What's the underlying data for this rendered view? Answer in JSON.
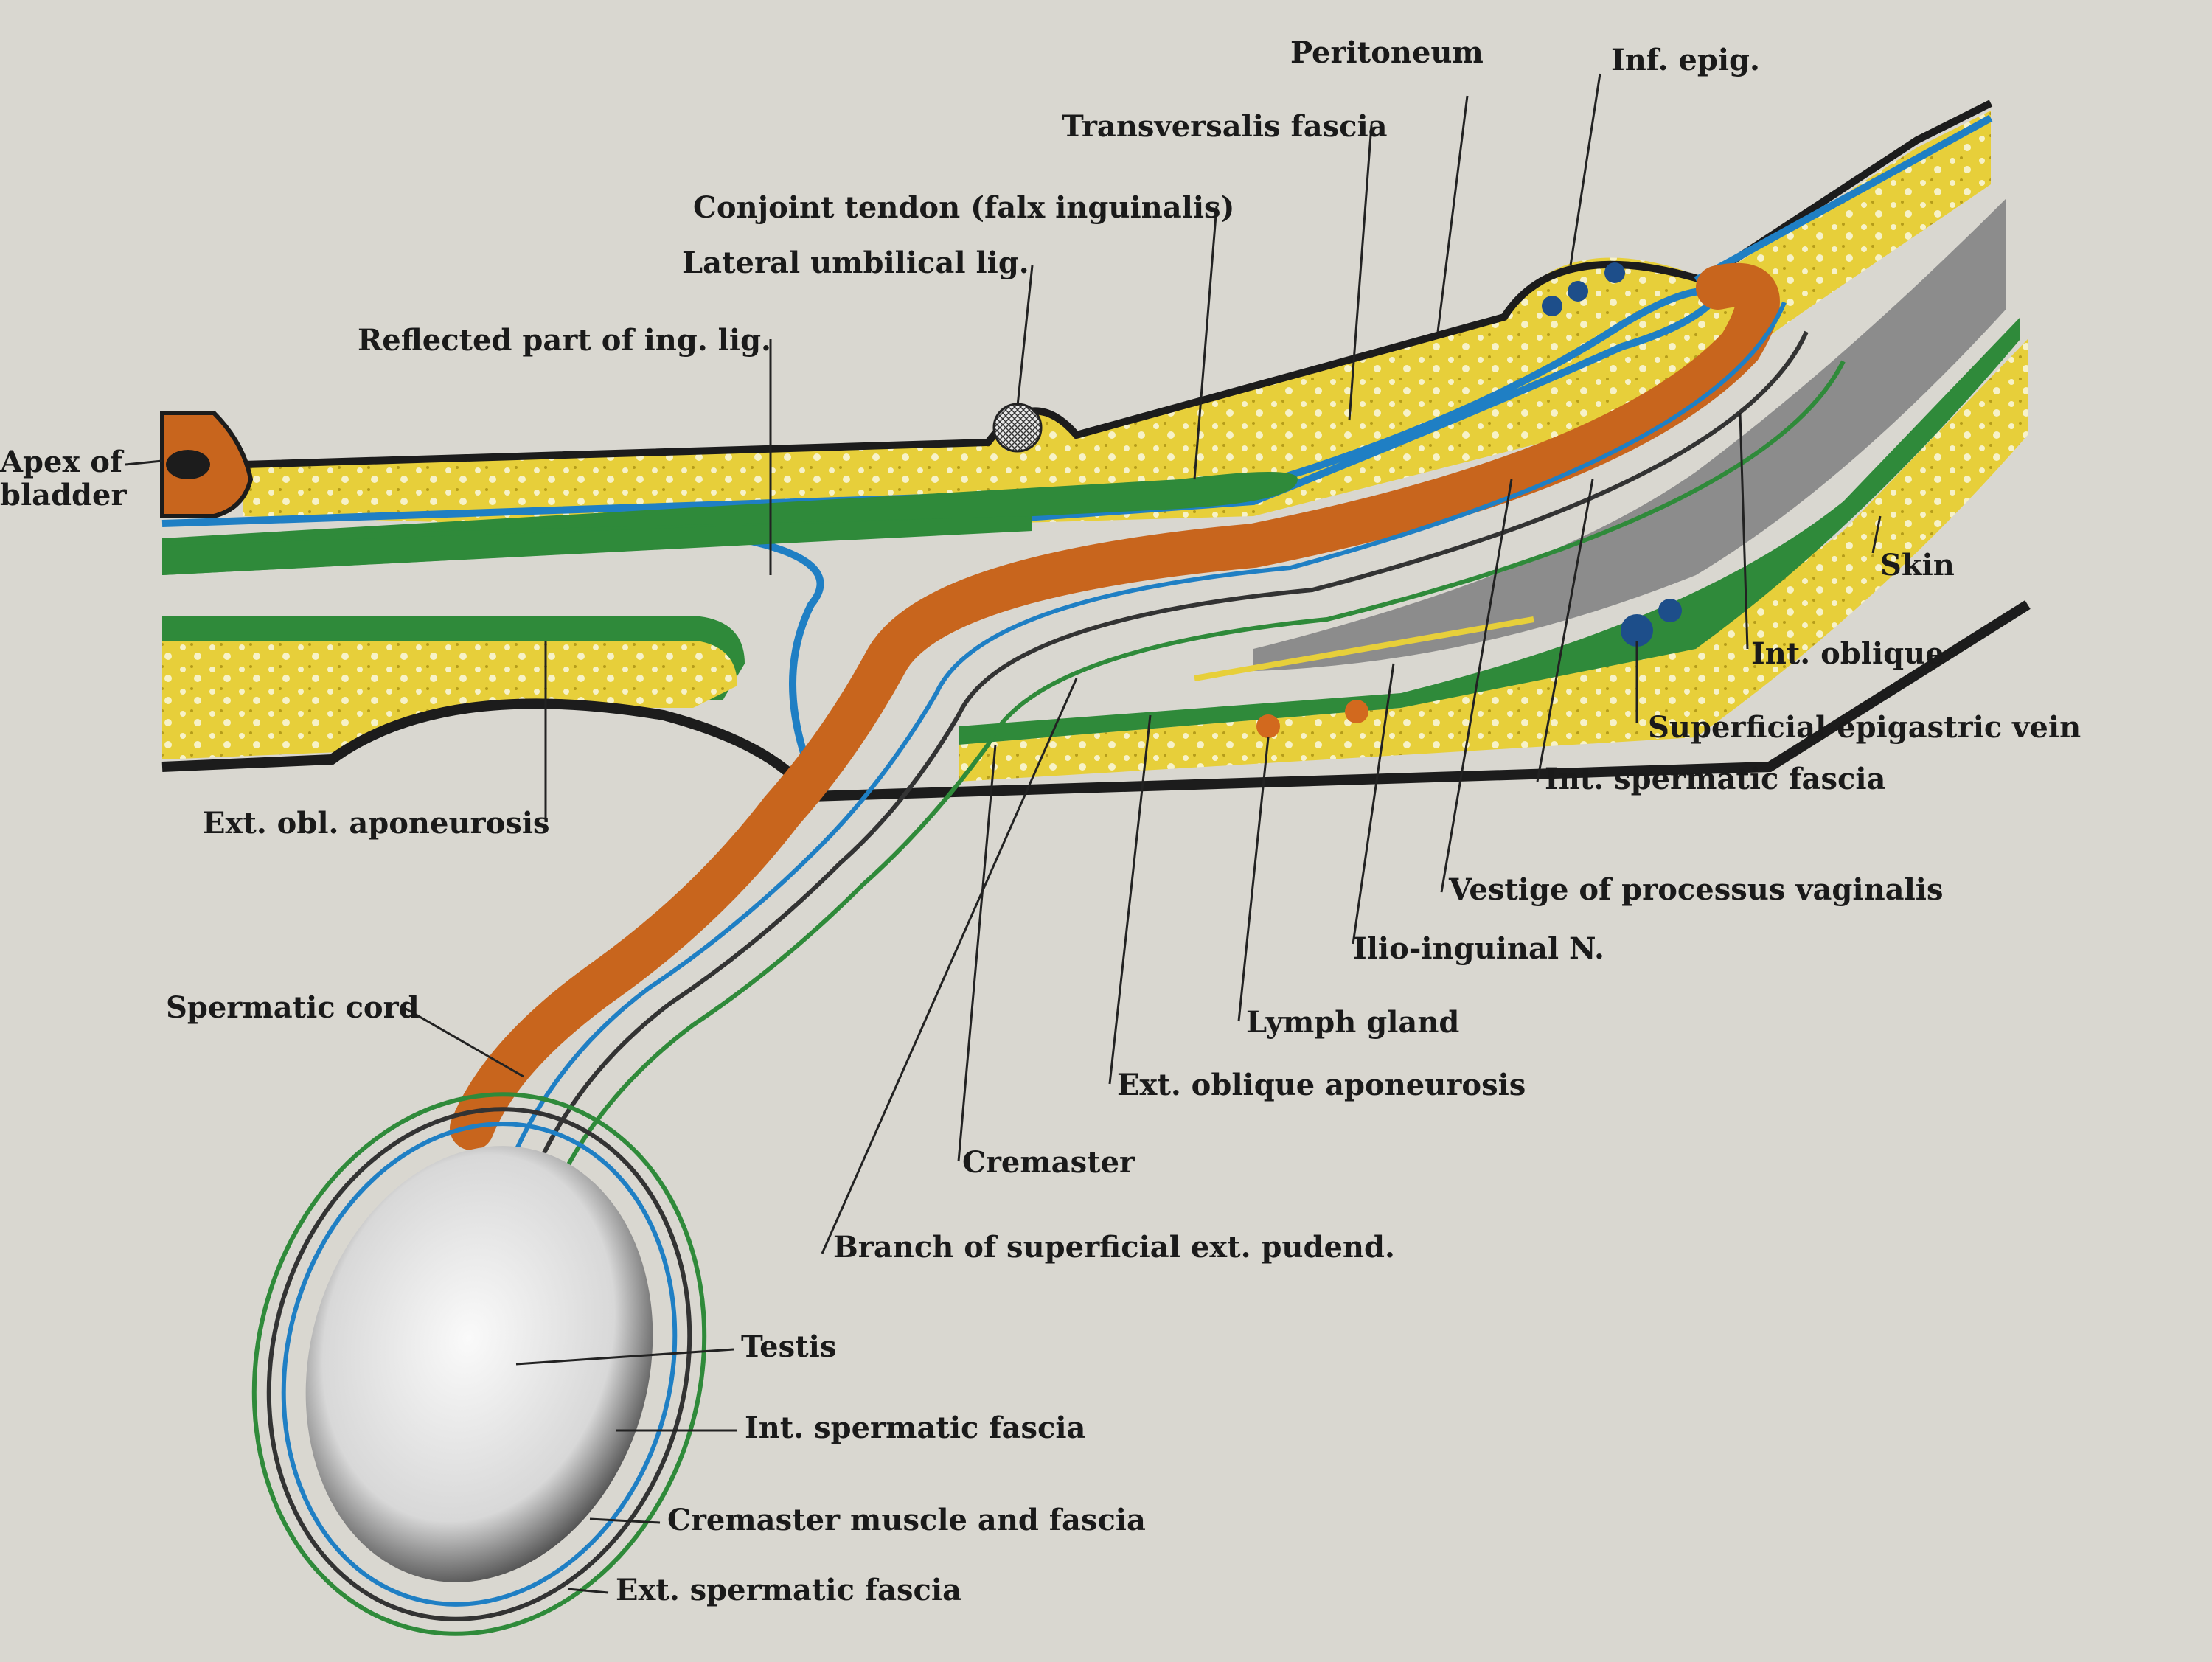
{
  "colors": {
    "paper": "#d9d7d0",
    "skin": "#1c1c1c",
    "fat": "#e7cf3a",
    "muscle_green": "#2f8a3a",
    "fascia_blue": "#1f7fc4",
    "cord_orange": "#c8651d",
    "oblique_gray": "#8c8c8c",
    "testis": "#f2f2f2",
    "lymph": "#d2691e",
    "vessel": "#1d4e8a"
  },
  "labels": {
    "peritoneum": "Peritoneum",
    "inf_epig": "Inf. epig.",
    "transversalis": "Transversalis fascia",
    "conjoint": "Conjoint tendon (falx inguinalis)",
    "lateral_umb": "Lateral umbilical lig.",
    "reflected": "Reflected part of ing. lig.",
    "apex_1": "Apex of",
    "apex_2": "bladder",
    "skin": "Skin",
    "int_oblique": "Int. oblique",
    "sup_epig_vein": "Superficial epigastric vein",
    "int_sperm_fascia_top": "Int. spermatic fascia",
    "ext_obl_apon_left": "Ext. obl. aponeurosis",
    "vestige": "Vestige of processus vaginalis",
    "ilio_inguinal": "Ilio-inguinal N.",
    "spermatic_cord": "Spermatic cord",
    "lymph_gland": "Lymph gland",
    "ext_oblique_apon": "Ext. oblique aponeurosis",
    "cremaster": "Cremaster",
    "branch_pudend": "Branch of superficial ext. pudend.",
    "testis": "Testis",
    "int_sperm_fascia_bottom": "Int. spermatic fascia",
    "cremaster_muscle": "Cremaster muscle and fascia",
    "ext_sperm_fascia": "Ext. spermatic fascia"
  }
}
